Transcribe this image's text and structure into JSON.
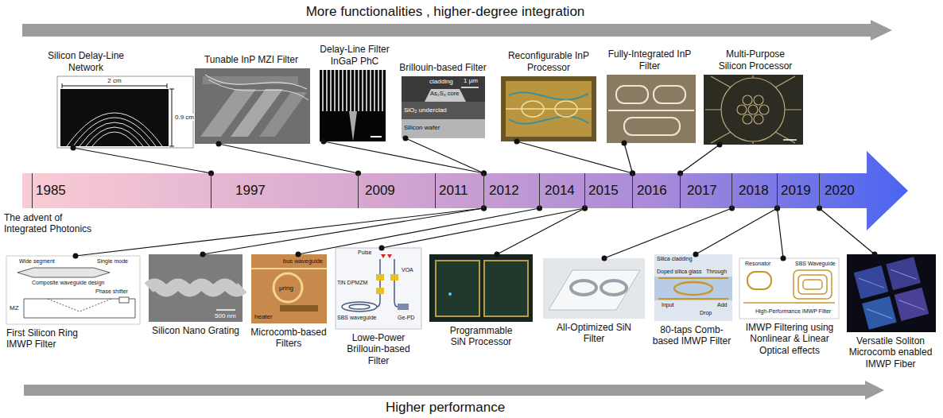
{
  "diagram": {
    "nodes": [
      {
        "text": [
          "Silicon Delay-Line Network"
        ]
      },
      {
        "text": [
          "Tunable InP MZI Filter"
        ]
      },
      {
        "text": [
          "Delay-Line Filter InGaP PhC"
        ]
      },
      {
        "text": [
          "Brillouin-based Filter"
        ]
      },
      {
        "text": [
          "Reconfigurable InP Processor"
        ]
      },
      {
        "text": [
          "Fully-Integrated InP Filter"
        ]
      },
      {
        "text": [
          "Multi-Purpose Silicon Processor"
        ]
      },
      {
        "text": [
          "1985"
        ]
      },
      {
        "text": [
          "1997"
        ]
      },
      {
        "text": [
          "2009"
        ]
      },
      {
        "text": [
          "2011"
        ]
      },
      {
        "text": [
          "2012"
        ]
      },
      {
        "text": [
          "2014"
        ]
      },
      {
        "text": [
          "2015"
        ]
      },
      {
        "text": [
          "2016"
        ]
      },
      {
        "text": [
          "2017"
        ]
      },
      {
        "text": [
          "2018"
        ]
      },
      {
        "text": [
          "2019"
        ]
      },
      {
        "text": [
          "2020"
        ]
      },
      {
        "text": [
          "First Silicon Ring IMWP Filter"
        ]
      },
      {
        "text": [
          "Silicon Nano Grating"
        ]
      },
      {
        "text": [
          "Microcomb-based Filters"
        ]
      },
      {
        "text": [
          "Lowe-Power Brillouin-based Filter"
        ]
      },
      {
        "text": [
          "Programmable SiN Processor"
        ]
      },
      {
        "text": [
          "All-Optimized SiN Filter"
        ]
      },
      {
        "text": [
          "80-taps Comb-based IMWP Filter"
        ]
      },
      {
        "text": [
          "IMWP Filtering using Nonlinear & Linear Optical effects"
        ]
      },
      {
        "text": [
          "Versatile Soliton Microcomb enabled IMWP Fiber"
        ]
      }
    ],
    "edges": [
      {
        "from": 0,
        "to": 8,
        "arrow": "none"
      },
      {
        "from": 1,
        "to": 9,
        "arrow": "none"
      },
      {
        "from": 2,
        "to": 11,
        "arrow": "none"
      },
      {
        "from": 3,
        "to": 11,
        "arrow": "none"
      },
      {
        "from": 4,
        "to": 14,
        "arrow": "none"
      },
      {
        "from": 5,
        "to": 14,
        "arrow": "none"
      },
      {
        "from": 6,
        "to": 15,
        "arrow": "none"
      },
      {
        "from": 19,
        "to": 11,
        "arrow": "none"
      },
      {
        "from": 20,
        "to": 11,
        "arrow": "none"
      },
      {
        "from": 21,
        "to": 12,
        "arrow": "none"
      },
      {
        "from": 22,
        "to": 13,
        "arrow": "none"
      },
      {
        "from": 23,
        "to": 13,
        "arrow": "none"
      },
      {
        "from": 24,
        "to": 16,
        "arrow": "none"
      },
      {
        "from": 25,
        "to": 17,
        "arrow": "none"
      },
      {
        "from": 26,
        "to": 17,
        "arrow": "none"
      },
      {
        "from": 27,
        "to": 18,
        "arrow": "none"
      }
    ],
    "labels": [
      "More functionalities , higher-degree integration",
      "2 cm",
      "0.9 cm",
      "cladding",
      "1 µm",
      "As₂S₃ core",
      "SiO₂ underclad",
      "Silicon wafer",
      "The advent of Integrated Photonics",
      "Wide segment",
      "Single mode",
      "Composite waveguide design",
      "Phase shifter",
      "MZ",
      "500 nm",
      "bus waveguide",
      "μring",
      "heater",
      "Pulse",
      "VOA",
      "TiN DPMZM",
      "SBS waveguide",
      "Ge-PD",
      "Silica cladding",
      "Doped silica glass",
      "Through",
      "Add",
      "Input",
      "Drop",
      "Resonator",
      "SBS Waveguide",
      "High-Performance IMWP Filter",
      "Higher performance"
    ]
  }
}
